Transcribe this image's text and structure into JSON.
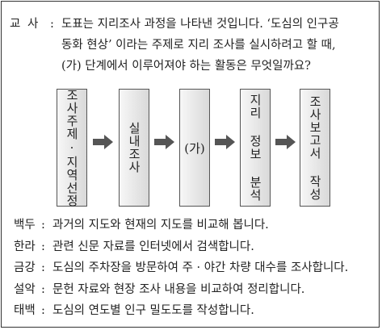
{
  "teacher": {
    "speaker": "교 사",
    "separator": ":",
    "lines": [
      "도표는 지리조사 과정을 나타낸 것입니다. ‘도심의 인구공",
      "동화 현상’ 이라는 주제로 지리 조사를 실시하려고 할 때,",
      "(가) 단계에서 이루어져야 하는 활동은 무엇일까요?"
    ]
  },
  "flow": {
    "steps": [
      "조사주제·지역선정",
      "실내조사",
      "(가)",
      "지리 정보 분석",
      "조사보고서 작성"
    ]
  },
  "answers": [
    {
      "name": "백두",
      "text": "과거의 지도와 현재의 지도를 비교해 봅니다."
    },
    {
      "name": "한라",
      "text": "관련 신문 자료를 인터넷에서 검색합니다."
    },
    {
      "name": "금강",
      "text": "도심의 주차장을 방문하여 주 · 야간 차량 대수를 조사합니다."
    },
    {
      "name": "설악",
      "text": "문헌 자료와 현장 조사 내용을 비교하여 정리합니다."
    },
    {
      "name": "태백",
      "text": "도심의 연도별 인구 밀도도를 작성합니다."
    }
  ],
  "icons": {
    "arrow": "right-arrow-icon"
  },
  "colors": {
    "box_light": "#f7f7f7",
    "box_dark": "#d9d9d9",
    "arrow": "#555555",
    "border": "#333333"
  }
}
